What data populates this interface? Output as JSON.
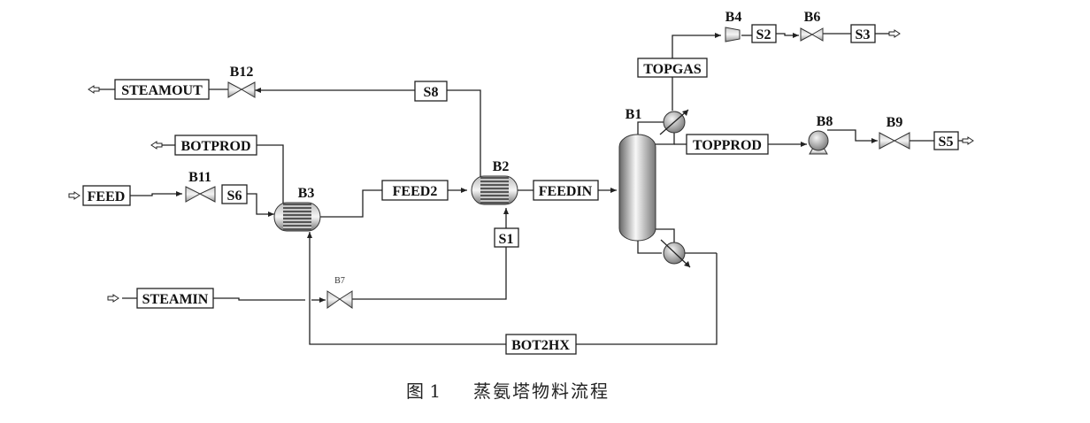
{
  "caption": {
    "figure": "图 1",
    "title": "蒸氨塔物料流程"
  },
  "streams": {
    "steamout": "STEAMOUT",
    "s8": "S8",
    "botprod": "BOTPROD",
    "feed": "FEED",
    "s6": "S6",
    "feed2": "FEED2",
    "feedin": "FEEDIN",
    "s1": "S1",
    "steamin": "STEAMIN",
    "bot2hx": "BOT2HX",
    "topgas": "TOPGAS",
    "s2": "S2",
    "s3": "S3",
    "topprod": "TOPPROD",
    "s5": "S5"
  },
  "blocks": {
    "b1": "B1",
    "b2": "B2",
    "b3": "B3",
    "b4": "B4",
    "b6": "B6",
    "b7": "B7",
    "b8": "B8",
    "b9": "B9",
    "b11": "B11",
    "b12": "B12"
  }
}
